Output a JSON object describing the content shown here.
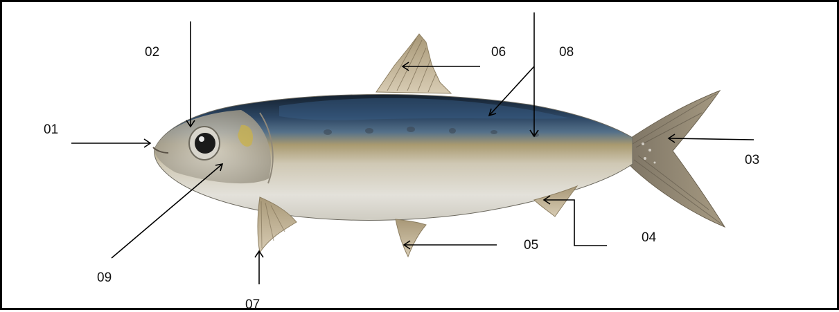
{
  "labels": {
    "l01": "01",
    "l02": "02",
    "l03": "03",
    "l04": "04",
    "l05": "05",
    "l06": "06",
    "l07": "07",
    "l08": "08",
    "l09": "09"
  },
  "colors": {
    "back_dark": "#1c2a3a",
    "back_blue": "#3a5f8a",
    "flank_gold": "#b8a06a",
    "belly_silver": "#dcdad2",
    "fin": "#b9a88a",
    "eye": "#1a1a1a"
  }
}
